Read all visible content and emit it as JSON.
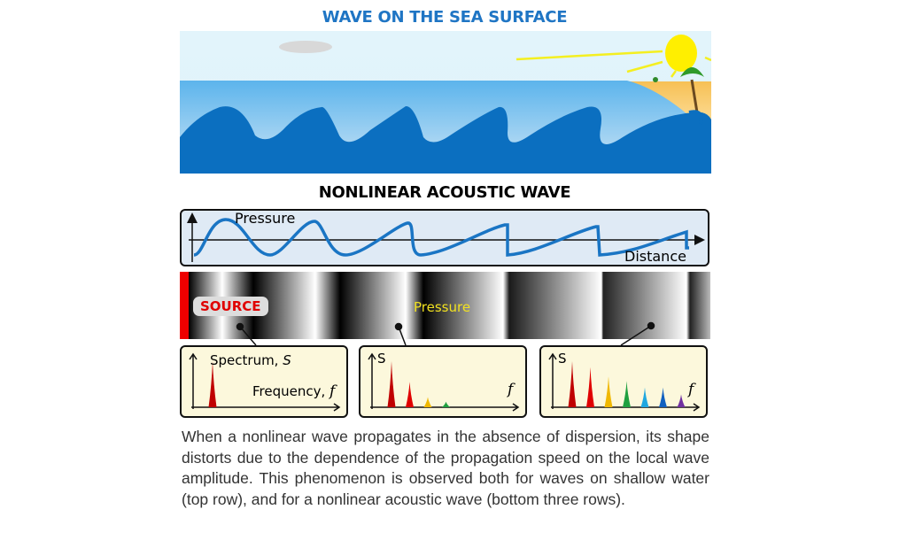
{
  "titles": {
    "sea": "WAVE ON THE SEA SURFACE",
    "acoustic": "NONLINEAR ACOUSTIC WAVE"
  },
  "pressure_plot": {
    "y_label": "Pressure",
    "x_label": "Distance"
  },
  "pressure_bar": {
    "source_label": "SOURCE",
    "pressure_label": "Pressure",
    "source_color": "#e00000"
  },
  "spectra": [
    {
      "y_label": "Spectrum, ",
      "y_symbol": "S",
      "x_label": "Frequency, ",
      "x_symbol": "f",
      "peaks": [
        {
          "h": 1.0,
          "color": "#c00000"
        }
      ]
    },
    {
      "y_label": "",
      "y_symbol": "S",
      "x_label": "",
      "x_symbol": "f",
      "peaks": [
        {
          "h": 1.0,
          "color": "#c00000"
        },
        {
          "h": 0.55,
          "color": "#e00000"
        },
        {
          "h": 0.22,
          "color": "#f0b800"
        },
        {
          "h": 0.12,
          "color": "#20a040"
        }
      ]
    },
    {
      "y_label": "",
      "y_symbol": "S",
      "x_label": "",
      "x_symbol": "f",
      "peaks": [
        {
          "h": 1.0,
          "color": "#c00000"
        },
        {
          "h": 0.87,
          "color": "#e00000"
        },
        {
          "h": 0.67,
          "color": "#f0b800"
        },
        {
          "h": 0.57,
          "color": "#20a040"
        },
        {
          "h": 0.43,
          "color": "#20a8e0"
        },
        {
          "h": 0.43,
          "color": "#1060c0"
        },
        {
          "h": 0.28,
          "color": "#7030a0"
        }
      ]
    }
  ],
  "caption": "When a nonlinear wave propagates in the absence of dispersion, its shape distorts due to the dependence of the propagation speed on the local wave amplitude. This phenomenon is observed both for waves on shallow water (top row), and for a nonlinear acoustic wave (bottom three rows)."
}
